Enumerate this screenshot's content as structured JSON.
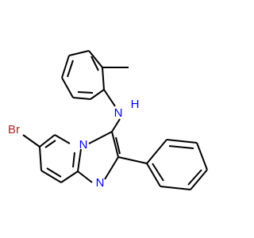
{
  "structure": {
    "atoms": [
      {
        "id": "br",
        "label": "Br",
        "color": "#a52a2a"
      },
      {
        "id": "n_amine",
        "label": "N",
        "color": "#0000ff"
      },
      {
        "id": "h_amine",
        "label": "H",
        "color": "#0000ff"
      },
      {
        "id": "n_bridge",
        "label": "N",
        "color": "#0000ff"
      },
      {
        "id": "n_ring",
        "label": "N",
        "color": "#0000ff"
      }
    ]
  }
}
